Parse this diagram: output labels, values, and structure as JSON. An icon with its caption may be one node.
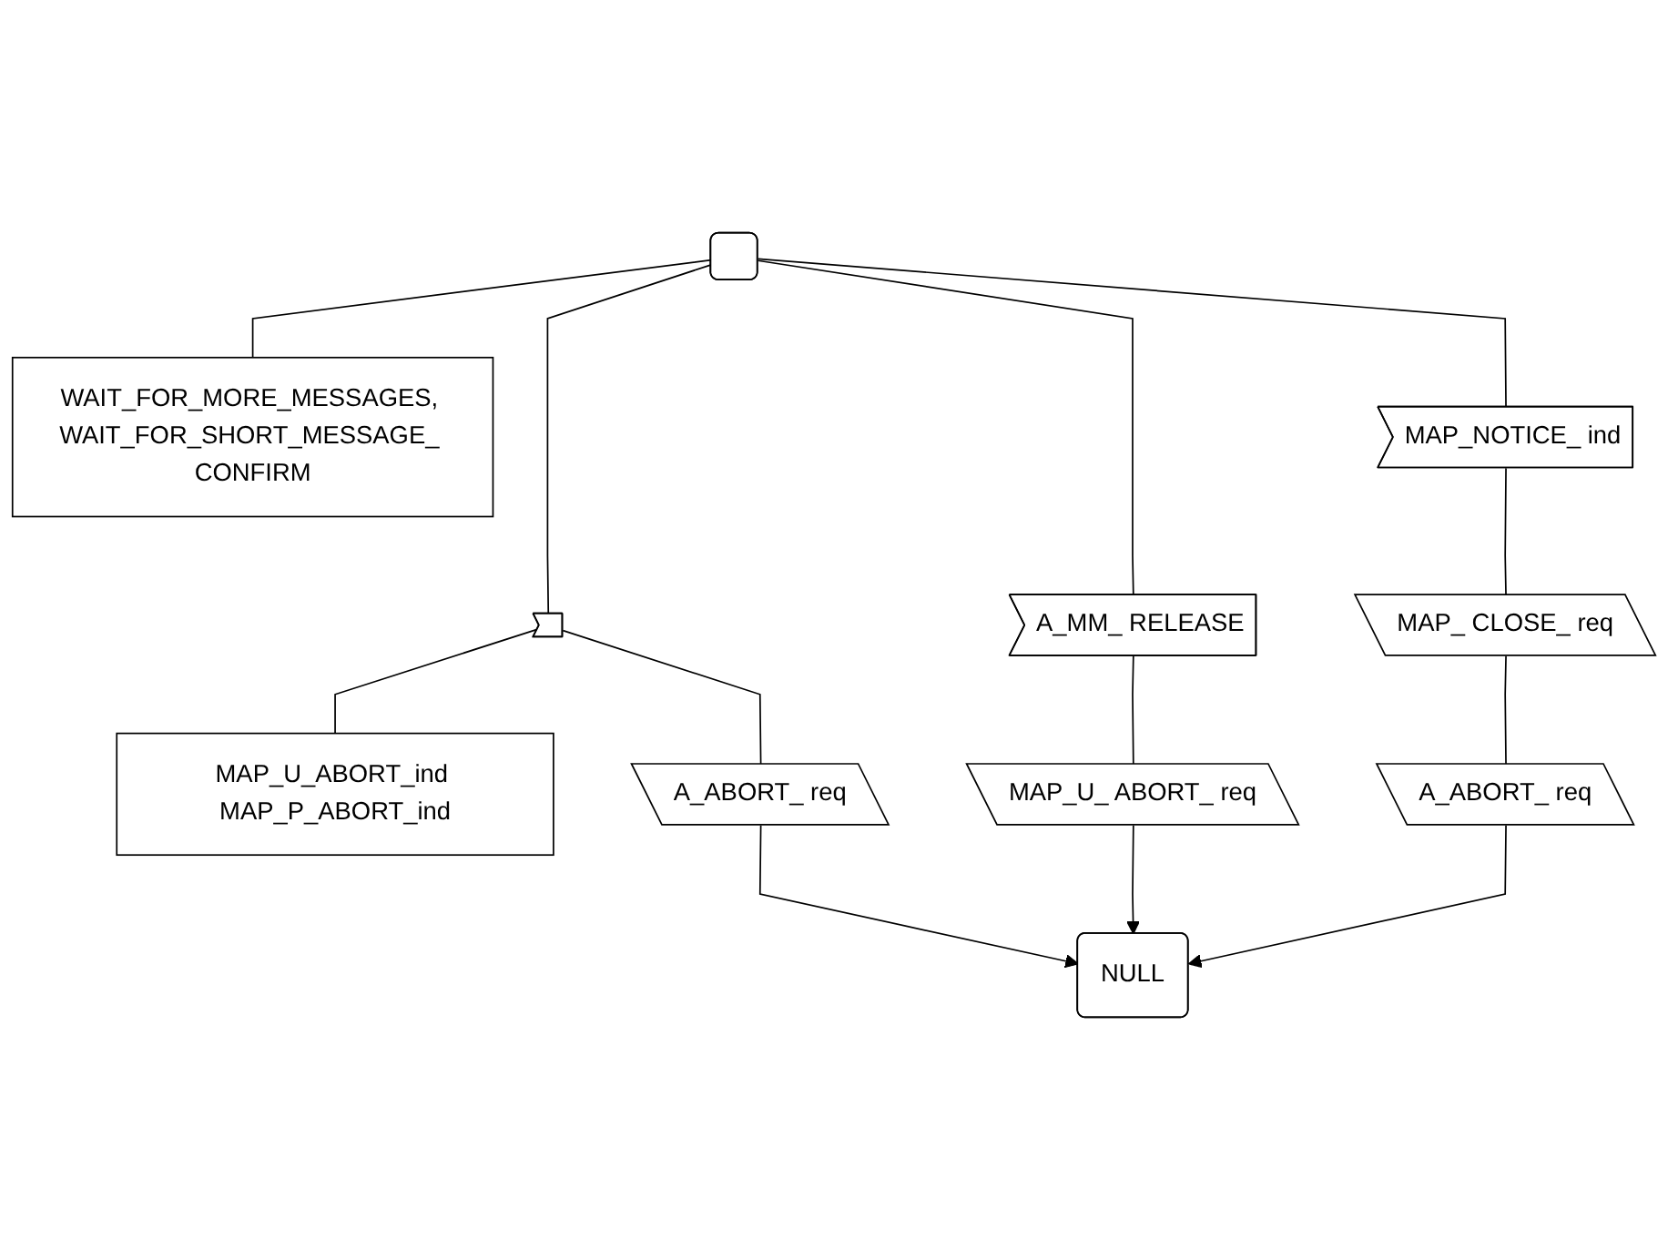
{
  "diagram": {
    "nodes": [
      {
        "text": [],
        "shape": "box"
      },
      {
        "text": [
          "WAIT_FOR_MORE_MESSAGES, WAIT_FOR_SHORT_MESSAGE_ CONFIRM"
        ]
      },
      {
        "text": [],
        "shape": "flag"
      },
      {
        "text": [
          "MAP_U_ABORT_ind MAP_P_ABORT_ind"
        ]
      },
      {
        "text": [
          "A_MM_ RELEASE"
        ]
      },
      {
        "text": [
          "MAP_NOTICE_ ind"
        ]
      },
      {
        "text": [
          "A_ABORT_ req"
        ]
      },
      {
        "text": [
          "MAP_U_ ABORT_ req"
        ]
      },
      {
        "text": [
          "MAP_ CLOSE_ req"
        ]
      },
      {
        "text": [
          "A_ABORT_ req"
        ]
      },
      {
        "text": [
          "NULL"
        ]
      }
    ],
    "edges": [
      {
        "from": 0,
        "to": 1,
        "arrow": "none"
      },
      {
        "from": 0,
        "to": 2,
        "arrow": "none"
      },
      {
        "from": 0,
        "to": 4,
        "arrow": "none"
      },
      {
        "from": 0,
        "to": 5,
        "arrow": "none"
      },
      {
        "from": 2,
        "to": 3,
        "arrow": "none"
      },
      {
        "from": 2,
        "to": 6,
        "arrow": "none"
      },
      {
        "from": 4,
        "to": 7,
        "arrow": "none"
      },
      {
        "from": 5,
        "to": 8,
        "arrow": "none"
      },
      {
        "from": 8,
        "to": 9,
        "arrow": "none"
      },
      {
        "from": 6,
        "to": 10,
        "arrow": "to"
      },
      {
        "from": 7,
        "to": 10,
        "arrow": "to"
      },
      {
        "from": 9,
        "to": 10,
        "arrow": "to"
      }
    ]
  }
}
